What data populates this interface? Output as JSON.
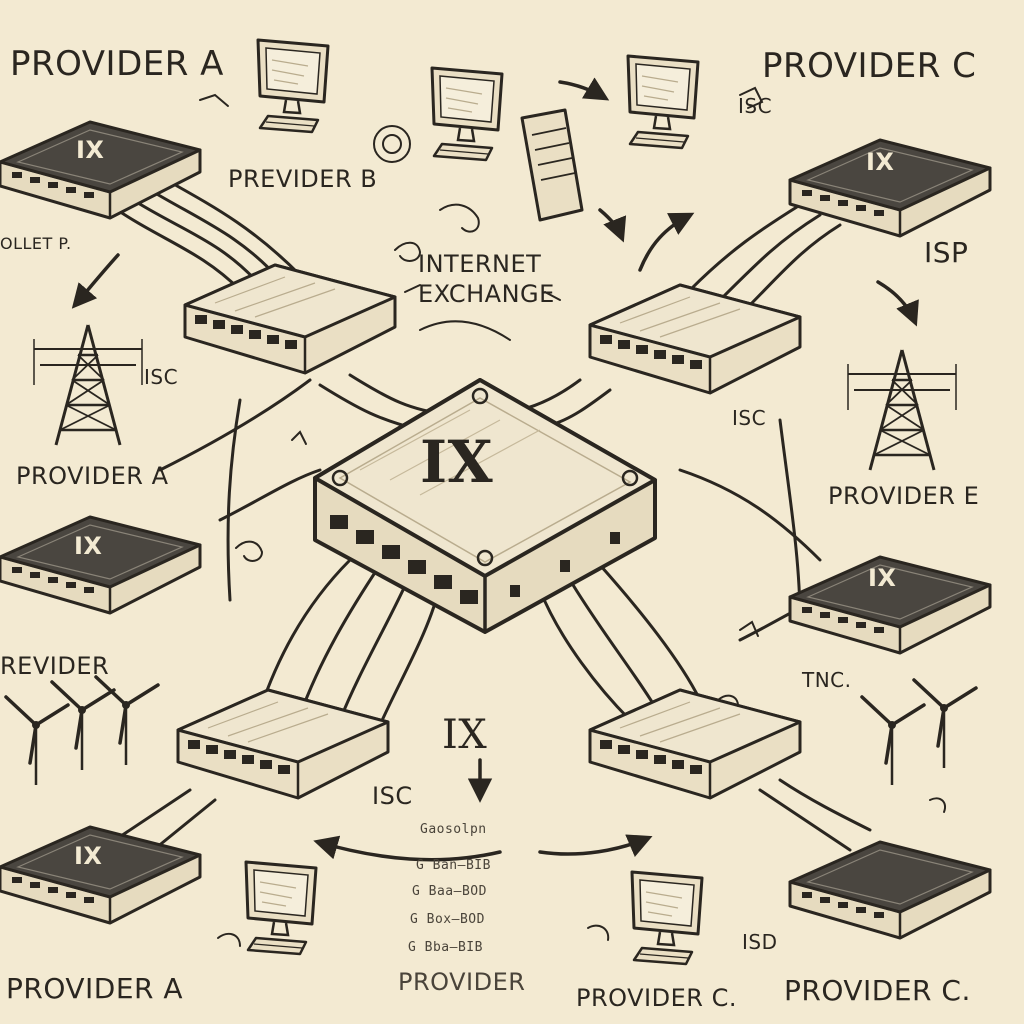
{
  "colors": {
    "background": "#f3ead2",
    "ink": "#2a2620",
    "box_top": "#4a4640",
    "device_fill": "#e8dcc0"
  },
  "labels": {
    "provider_a_top": "PROVIDER A",
    "provider_c_top": "PROVIDER C",
    "provider_b_inner": "PREVIDER B",
    "internet_exchange_line1": "INTERNET",
    "internet_exchange_line2": "EXCHANGE",
    "isp_right": "ISP",
    "isc_left": "ISC",
    "isc_center_right": "ISC",
    "isc_top_right": "ISC",
    "isc_bottom_left": "ISC",
    "isc_bottom_right": "ISD",
    "provider_a_mid": "PROVIDER A",
    "provider_e_right": "PROVIDER E",
    "provider_cut_left": "REVIDER",
    "ix_center": "IX",
    "ix_bottom_center": "IX",
    "provider_bottom_center": "PROVIDER",
    "provider_a_bottom": "PROVIDER A",
    "provider_c_bottom_center": "PROVIDER C.",
    "provider_c_bottom_right": "PROVIDER C.",
    "partial_left": "OLLET P.",
    "tnc_right": "TNC."
  },
  "box_labels": [
    "IX",
    "IX",
    "IX",
    "IX",
    "IX"
  ],
  "notes": [
    "Gaosolpn",
    "G Ban—BIB",
    "G Baa—BOD",
    "G Box—BOD",
    "G Bba—BIB"
  ],
  "icons": [
    "network-switch-icon",
    "ix-appliance-icon",
    "computer-monitor-icon",
    "server-tower-icon",
    "transmission-tower-icon",
    "wind-turbine-icon",
    "arrow-icon"
  ]
}
